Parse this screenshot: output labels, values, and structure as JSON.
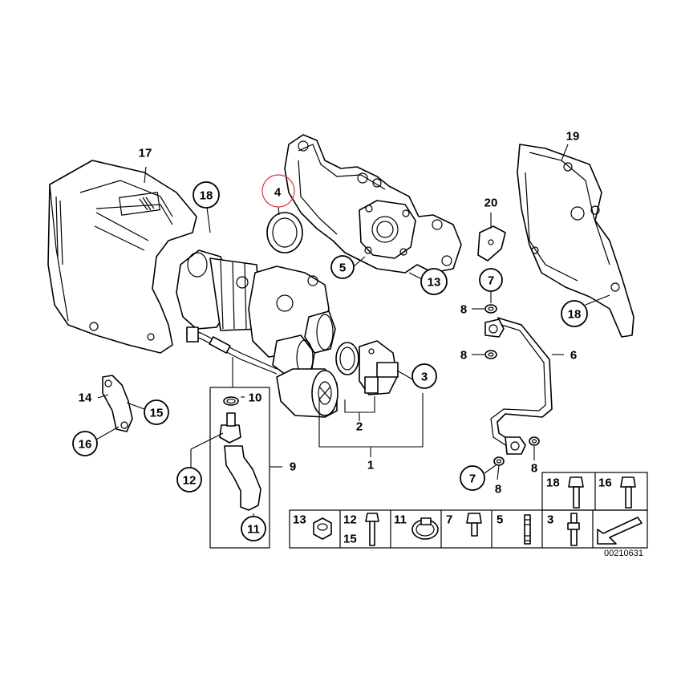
{
  "diagram": {
    "id_text": "00210631",
    "highlight_color": "#e0303a"
  },
  "callouts": {
    "c4": "4",
    "c5": "5",
    "c13": "13",
    "c20": "20",
    "c7a": "7",
    "c8a": "8",
    "c8b": "8",
    "c19": "19",
    "c18a": "18",
    "c6": "6",
    "c17": "17",
    "c18b": "18",
    "c3": "3",
    "c2": "2",
    "c1": "1",
    "c10": "10",
    "c9": "9",
    "c12": "12",
    "c11": "11",
    "c14": "14",
    "c15": "15",
    "c16": "16",
    "c7b": "7",
    "c8c": "8",
    "c8d": "8"
  },
  "legend": {
    "items": {
      "l13": "13",
      "l12": "12",
      "l15": "15",
      "l11": "11",
      "l7": "7",
      "l5": "5",
      "l3": "3",
      "l18": "18",
      "l16": "16"
    }
  }
}
